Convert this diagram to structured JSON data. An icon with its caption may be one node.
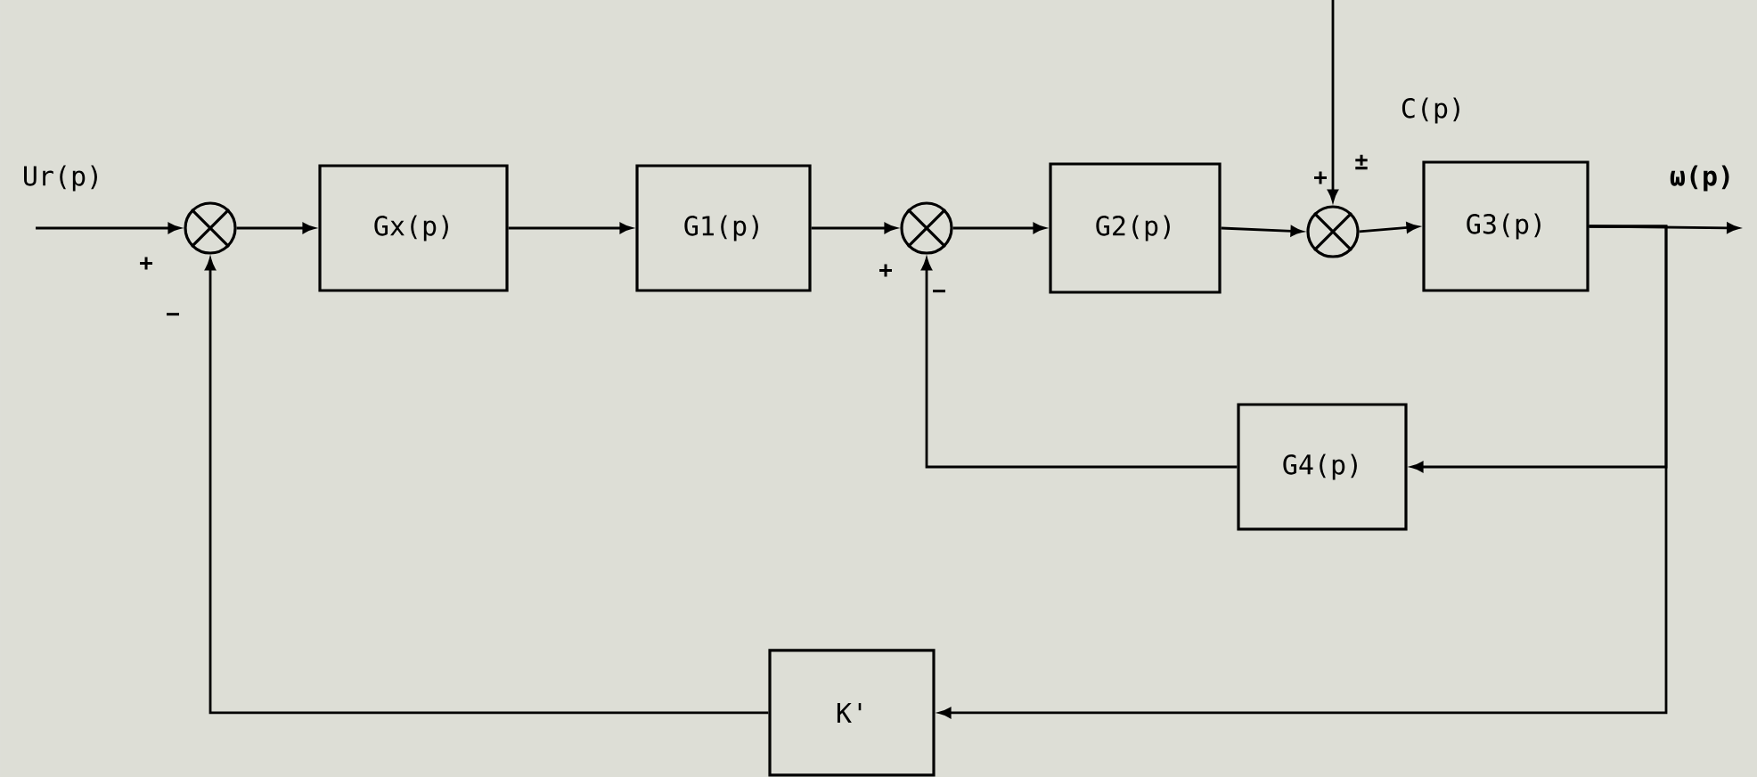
{
  "diagram": {
    "nodes": [
      {
        "text": [],
        "shape": "circle"
      },
      {
        "text": [
          "Gx(p)"
        ]
      },
      {
        "text": [
          "G1(p)"
        ]
      },
      {
        "text": [],
        "shape": "circle"
      },
      {
        "text": [
          "G2(p)"
        ]
      },
      {
        "text": [],
        "shape": "circle"
      },
      {
        "text": [
          "G3(p)"
        ]
      },
      {
        "text": [
          "G4(p)"
        ]
      },
      {
        "text": [
          "K'"
        ]
      }
    ],
    "edges": [
      {
        "from": null,
        "to": 0,
        "arrow": "to",
        "label": "Ur(p)"
      },
      {
        "from": 0,
        "to": 1,
        "arrow": "to"
      },
      {
        "from": 1,
        "to": 2,
        "arrow": "to"
      },
      {
        "from": 2,
        "to": 3,
        "arrow": "to"
      },
      {
        "from": 3,
        "to": 4,
        "arrow": "to"
      },
      {
        "from": 4,
        "to": 5,
        "arrow": "to"
      },
      {
        "from": null,
        "to": 5,
        "arrow": "to",
        "label": "C(p)"
      },
      {
        "from": 5,
        "to": 6,
        "arrow": "to"
      },
      {
        "from": 6,
        "to": null,
        "arrow": "to",
        "label": "ω(p)"
      },
      {
        "from": 6,
        "to": 7,
        "arrow": "to"
      },
      {
        "from": 7,
        "to": 3,
        "arrow": "to"
      },
      {
        "from": 6,
        "to": 8,
        "arrow": "to"
      },
      {
        "from": 8,
        "to": 0,
        "arrow": "to"
      }
    ],
    "labels": [
      "+",
      "±",
      "+",
      "+",
      "−",
      "−"
    ]
  }
}
